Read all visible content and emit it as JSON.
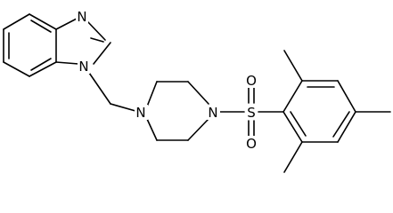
{
  "atoms": {
    "n_imidazole": "N",
    "n_benzimidazole": "N",
    "n_piperazine_left": "N",
    "n_piperazine_right": "N",
    "sulfur": "S",
    "o_top": "O",
    "o_bottom": "O"
  },
  "colors": {
    "bond": "#000000",
    "background": "#ffffff"
  }
}
